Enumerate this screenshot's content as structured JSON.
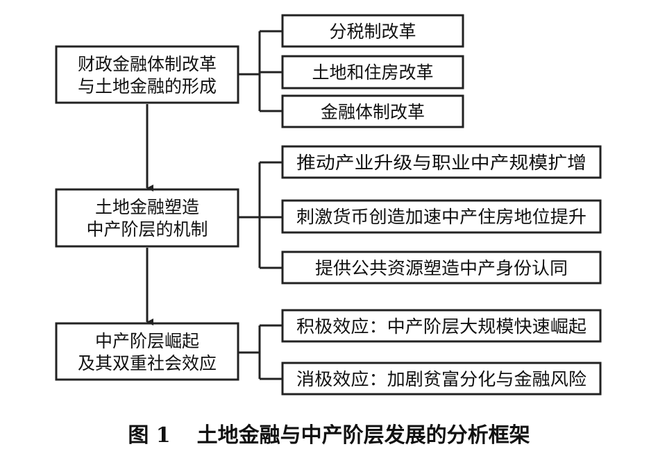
{
  "diagram": {
    "stages": [
      {
        "lines": [
          "财政金融体制改革",
          "与土地金融的形成"
        ],
        "items": [
          "分税制改革",
          "土地和住房改革",
          "金融体制改革"
        ]
      },
      {
        "lines": [
          "土地金融塑造",
          "中产阶层的机制"
        ],
        "items": [
          "推动产业升级与职业中产规模扩增",
          "刺激货币创造加速中产住房地位提升",
          "提供公共资源塑造中产身份认同"
        ]
      },
      {
        "lines": [
          "中产阶层崛起",
          "及其双重社会效应"
        ],
        "items": [
          "积极效应：中产阶层大规模快速崛起",
          "消极效应：加剧贫富分化与金融风险"
        ]
      }
    ]
  },
  "caption": {
    "number": "图 1",
    "title": "土地金融与中产阶层发展的分析框架"
  }
}
